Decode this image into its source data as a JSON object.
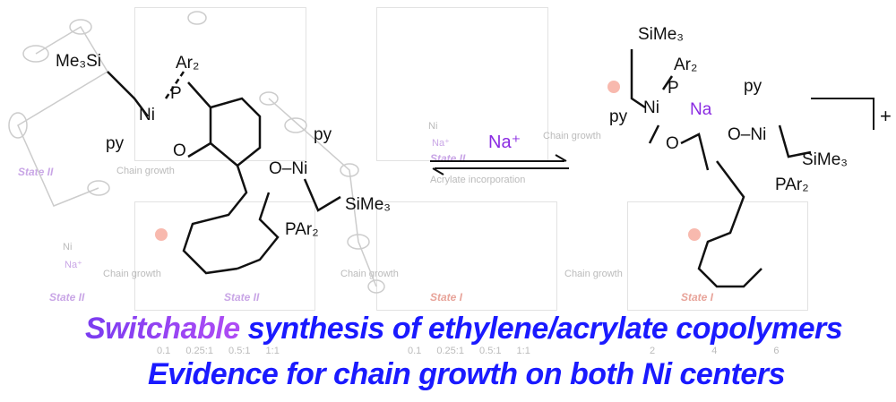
{
  "background": {
    "state_labels": [
      "State II",
      "State II",
      "State II",
      "State I",
      "State I",
      "State II"
    ],
    "chain_growth_labels": [
      "Chain growth",
      "Chain growth",
      "Chain growth",
      "Chain growth",
      "Chain growth"
    ],
    "acrylate_incorporation": "Acrylate incorporation",
    "axis_ticks": [
      "0.1",
      "0.25:1",
      "0.5:1",
      "1:1",
      "0.1",
      "0.25:1",
      "0.5:1",
      "1:1",
      "2",
      "4",
      "6"
    ],
    "na_label": "Na⁺",
    "ni_label": "Ni"
  },
  "left_complex": {
    "me3si": "Me₃Si",
    "ar2": "Ar₂",
    "p": "P",
    "ni": "Ni",
    "py": "py",
    "o": "O",
    "py2": "py",
    "o_ni": "O–Ni",
    "sime3": "SiMe₃",
    "par2": "PAr₂"
  },
  "equilibrium": {
    "reagent": "Na⁺"
  },
  "right_complex": {
    "sime3_top": "SiMe₃",
    "ar2": "Ar₂",
    "p": "P",
    "ni_left": "Ni",
    "py_left": "py",
    "na": "Na",
    "o_left": "O",
    "py_right": "py",
    "o_ni": "O–Ni",
    "sime3_right": "SiMe₃",
    "par2": "PAr₂",
    "charge": "+"
  },
  "headline": {
    "highlight": "Switchable",
    "line1_rest": "synthesis of ethylene/acrylate copolymers",
    "line2": "Evidence for chain growth on both Ni centers"
  },
  "colors": {
    "headline_blue": "#1a1aff",
    "highlight_purple": "#8a3cf0",
    "sodium_purple": "#8a2be2"
  }
}
